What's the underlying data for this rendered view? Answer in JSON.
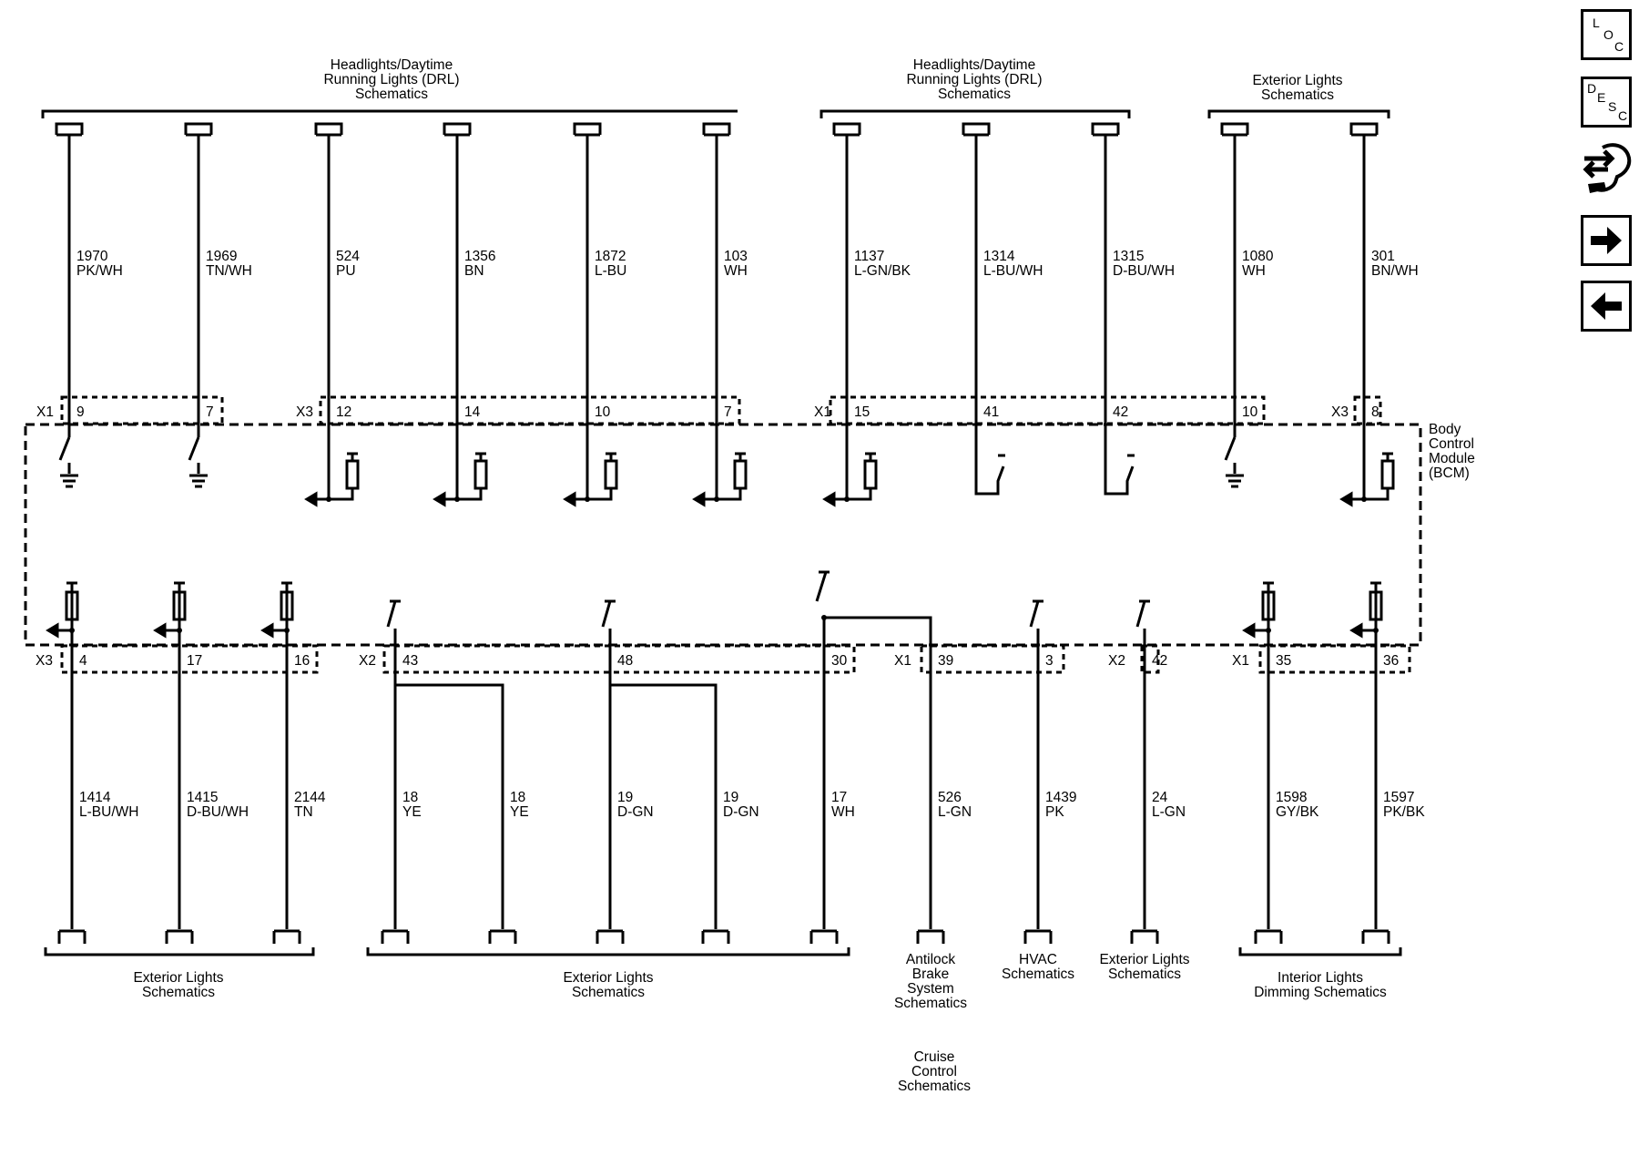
{
  "top_groups": [
    {
      "text": "Headlights/Daytime\nRunning Lights (DRL)\nSchematics"
    },
    {
      "text": "Headlights/Daytime\nRunning Lights (DRL)\nSchematics"
    },
    {
      "text": "Exterior Lights\nSchematics"
    }
  ],
  "bottom_groups": [
    {
      "text": "Exterior Lights\nSchematics"
    },
    {
      "text": "Exterior Lights\nSchematics"
    },
    {
      "text": "Antilock\nBrake\nSystem\nSchematics"
    },
    {
      "text": "HVAC\nSchematics"
    },
    {
      "text": "Exterior Lights\nSchematics"
    },
    {
      "text": "Interior Lights\nDimming Schematics"
    }
  ],
  "cruise_label": "Cruise\nControl\nSchematics",
  "module_label": "Body\nControl\nModule\n(BCM)",
  "top_circuits": [
    {
      "circuit": "1970",
      "color": "PK/WH",
      "connector": "X1",
      "pin": "9",
      "type": "ground_switch"
    },
    {
      "circuit": "1969",
      "color": "TN/WH",
      "connector": "",
      "pin": "7",
      "type": "ground_switch"
    },
    {
      "circuit": "524",
      "color": "PU",
      "connector": "X3",
      "pin": "12",
      "type": "resistor_output"
    },
    {
      "circuit": "1356",
      "color": "BN",
      "connector": "",
      "pin": "14",
      "type": "resistor_output"
    },
    {
      "circuit": "1872",
      "color": "L-BU",
      "connector": "",
      "pin": "10",
      "type": "resistor_output"
    },
    {
      "circuit": "103",
      "color": "WH",
      "connector": "",
      "pin": "7",
      "type": "resistor_output"
    },
    {
      "circuit": "1137",
      "color": "L-GN/BK",
      "connector": "X1",
      "pin": "15",
      "type": "resistor_output"
    },
    {
      "circuit": "1314",
      "color": "L-BU/WH",
      "connector": "",
      "pin": "41",
      "type": "switch_loop"
    },
    {
      "circuit": "1315",
      "color": "D-BU/WH",
      "connector": "",
      "pin": "42",
      "type": "switch_loop"
    },
    {
      "circuit": "1080",
      "color": "WH",
      "connector": "",
      "pin": "10",
      "type": "ground_switch"
    },
    {
      "circuit": "301",
      "color": "BN/WH",
      "connector": "X3",
      "pin": "8",
      "type": "resistor_output"
    }
  ],
  "bottom_circuits": [
    {
      "circuit": "1414",
      "color": "L-BU/WH",
      "connector": "X3",
      "pin": "4"
    },
    {
      "circuit": "1415",
      "color": "D-BU/WH",
      "connector": "",
      "pin": "17"
    },
    {
      "circuit": "2144",
      "color": "TN",
      "connector": "",
      "pin": "16"
    },
    {
      "circuit": "18",
      "color": "YE",
      "connector": "X2",
      "pin": "43"
    },
    {
      "circuit": "18",
      "color": "YE",
      "connector": "",
      "pin": ""
    },
    {
      "circuit": "19",
      "color": "D-GN",
      "connector": "",
      "pin": "48"
    },
    {
      "circuit": "19",
      "color": "D-GN",
      "connector": "",
      "pin": ""
    },
    {
      "circuit": "17",
      "color": "WH",
      "connector": "",
      "pin": "30"
    },
    {
      "circuit": "526",
      "color": "L-GN",
      "connector": "X1",
      "pin": "39"
    },
    {
      "circuit": "1439",
      "color": "PK",
      "connector": "",
      "pin": "3"
    },
    {
      "circuit": "24",
      "color": "L-GN",
      "connector": "X2",
      "pin": "42"
    },
    {
      "circuit": "1598",
      "color": "GY/BK",
      "connector": "X1",
      "pin": "35"
    },
    {
      "circuit": "1597",
      "color": "PK/BK",
      "connector": "",
      "pin": "36"
    }
  ],
  "nav_buttons": [
    {
      "name": "loc-button",
      "glyph": "LOC"
    },
    {
      "name": "desc-button",
      "glyph": "DESC"
    },
    {
      "name": "connector-tool-button",
      "glyph": "connector-wrench-icon"
    },
    {
      "name": "next-button",
      "glyph": "arrow-right-icon"
    },
    {
      "name": "prev-button",
      "glyph": "arrow-left-icon"
    }
  ],
  "nav_labels": {
    "loc_l": "L",
    "loc_o": "O",
    "loc_c": "C",
    "desc_d": "D",
    "desc_e": "E",
    "desc_s": "S",
    "desc_c": "C"
  }
}
